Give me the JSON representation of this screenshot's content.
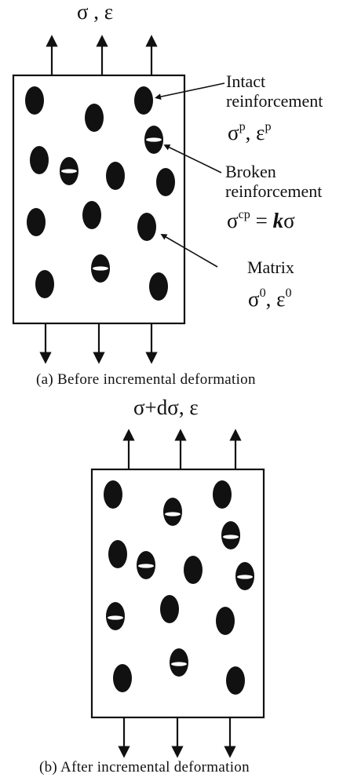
{
  "panel_a": {
    "top_label": "σ , ε",
    "caption": "(a)  Before incremental deformation",
    "annotations": {
      "intact": {
        "line1": "Intact",
        "line2": "reinforcement",
        "sym1": "σ",
        "sup1": "p",
        "sep": ", ",
        "sym2": "ε",
        "sup2": "p"
      },
      "broken": {
        "line1": "Broken",
        "line2": "reinforcement",
        "sym1": "σ",
        "sup1": "cp",
        "eq": " = ",
        "k": "k",
        "sym2": "σ"
      },
      "matrix": {
        "line1": "Matrix",
        "sym1": "σ",
        "sup1": "0",
        "sep": ", ",
        "sym2": "ε",
        "sup2": "0"
      }
    }
  },
  "panel_b": {
    "top_label": "σ+dσ, ε",
    "caption": "(b)  After incremental deformation"
  },
  "colors": {
    "ink": "#111111",
    "background": "#ffffff",
    "crack": "#ffffff"
  }
}
